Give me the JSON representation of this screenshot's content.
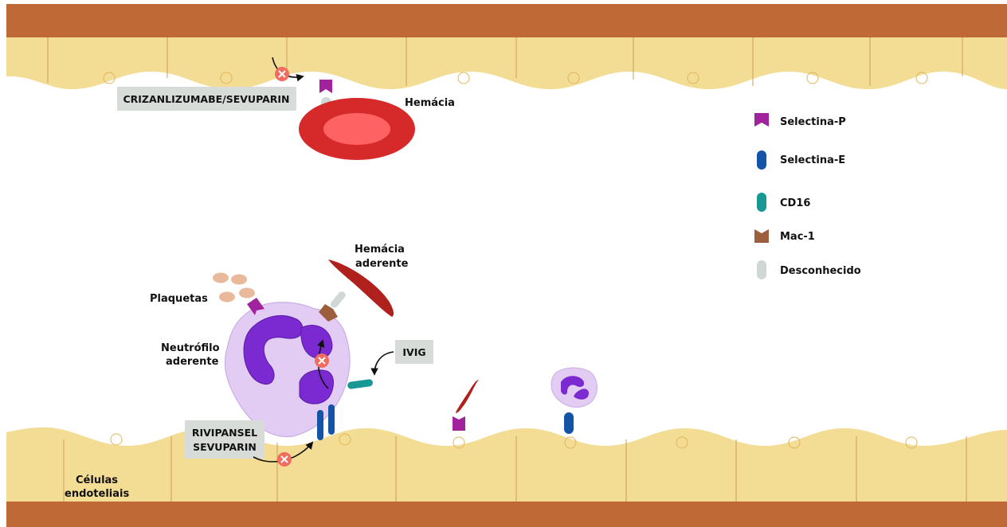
{
  "colors": {
    "vessel_wall": "#BF6A36",
    "endothelium": "#F3DC93",
    "cell_border": "#C9A05A",
    "selectina_p": "#A0229C",
    "selectina_e": "#1454A6",
    "cd16": "#179895",
    "mac1": "#9C5E3D",
    "desconhecido": "#CFD8D6",
    "drug_box": "#D7DCD9",
    "blocker": "#F06C5E",
    "rbc": "#D62A2A",
    "neutrophil_body": "#E2CCF3",
    "nucleus": "#7A2AD0",
    "platelet": "#E8B99A"
  },
  "labels": {
    "hemacia": "Hemácia",
    "hemacia_aderente_1": "Hemácia",
    "hemacia_aderente_2": "aderente",
    "plaquetas": "Plaquetas",
    "neutrofilo_1": "Neutrófilo",
    "neutrofilo_2": "aderente",
    "celulas_1": "Células",
    "celulas_2": "endoteliais"
  },
  "drugs": {
    "top": "CRIZANLIZUMABE/SEVUPARIN",
    "ivig": "IVIG",
    "bottom_1": "RIVIPANSEL",
    "bottom_2": "SEVUPARIN"
  },
  "legend": [
    {
      "label": "Selectina-P",
      "icon": "selectina-p-icon"
    },
    {
      "label": "Selectina-E",
      "icon": "selectina-e-icon"
    },
    {
      "label": "CD16",
      "icon": "cd16-icon"
    },
    {
      "label": "Mac-1",
      "icon": "mac1-icon"
    },
    {
      "label": "Desconhecido",
      "icon": "desconhecido-icon"
    }
  ]
}
